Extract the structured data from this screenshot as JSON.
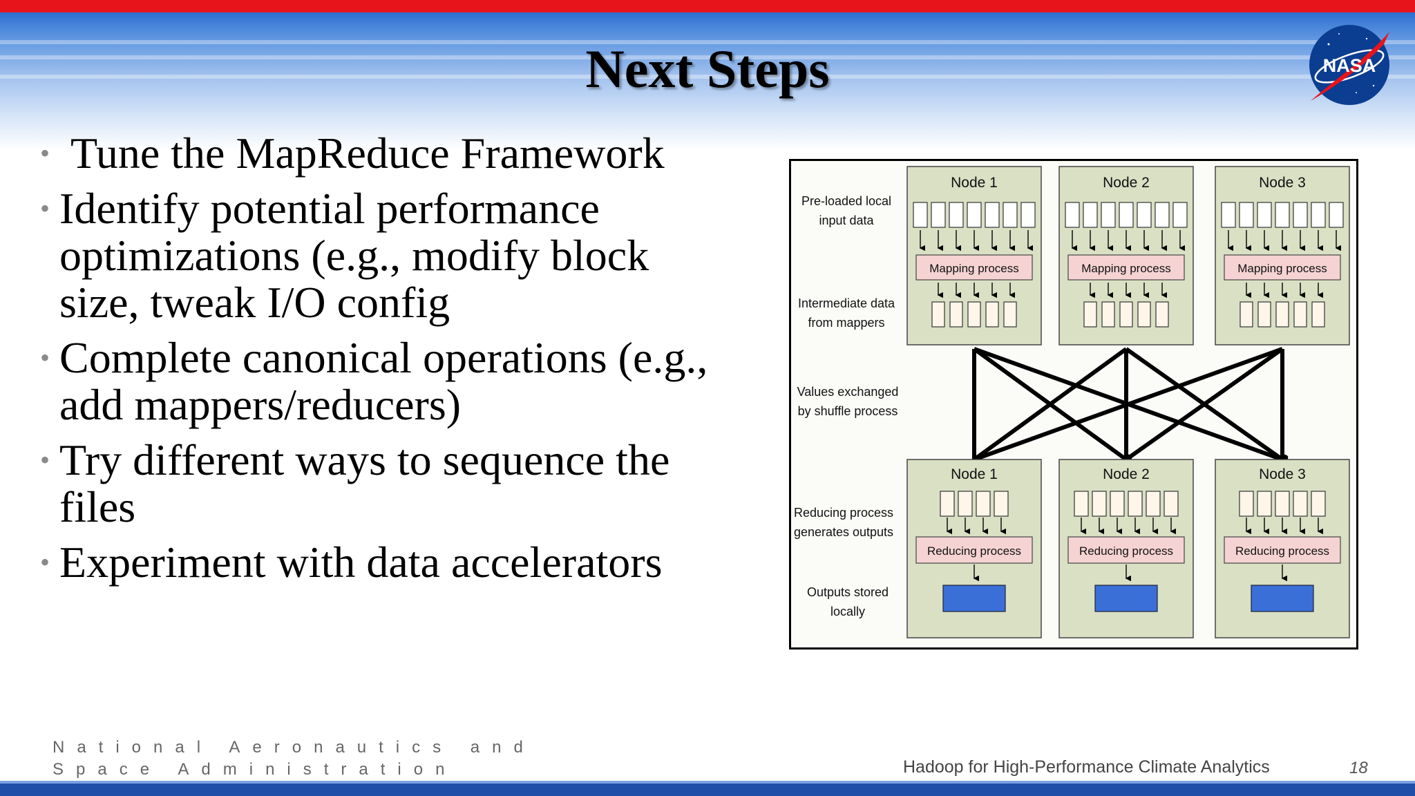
{
  "slide": {
    "title": "Next Steps",
    "bullets": [
      "Tune the MapReduce Framework",
      "Identify potential performance optimizations (e.g., modify block size, tweak I/O config",
      "Complete canonical operations (e.g., add mappers/reducers)",
      "Try different ways to sequence the files",
      "Experiment with data accelerators"
    ],
    "bullet_glyph": "•",
    "logo_text": "NASA",
    "footer_org": "National Aeronautics and Space Administration",
    "footer_title": "Hadoop for High-Performance Climate Analytics",
    "page_number": "18"
  },
  "diagram": {
    "row_labels": {
      "input": "Pre-loaded local input data",
      "intermediate": "Intermediate data from mappers",
      "shuffle": "Values exchanged by shuffle process",
      "reduce": "Reducing process generates outputs",
      "output": "Outputs stored locally"
    },
    "map_nodes": [
      {
        "name": "Node 1",
        "process": "Mapping process"
      },
      {
        "name": "Node 2",
        "process": "Mapping process"
      },
      {
        "name": "Node 3",
        "process": "Mapping process"
      }
    ],
    "reduce_nodes": [
      {
        "name": "Node 1",
        "process": "Reducing process"
      },
      {
        "name": "Node 2",
        "process": "Reducing process"
      },
      {
        "name": "Node 3",
        "process": "Reducing process"
      }
    ]
  },
  "colors": {
    "top_bar": "#e8141c",
    "bottom_bar": "#1f4ea8",
    "node_fill": "#d9e0c4",
    "process_fill": "#f6d3d3",
    "output_fill": "#3a6fd8"
  }
}
